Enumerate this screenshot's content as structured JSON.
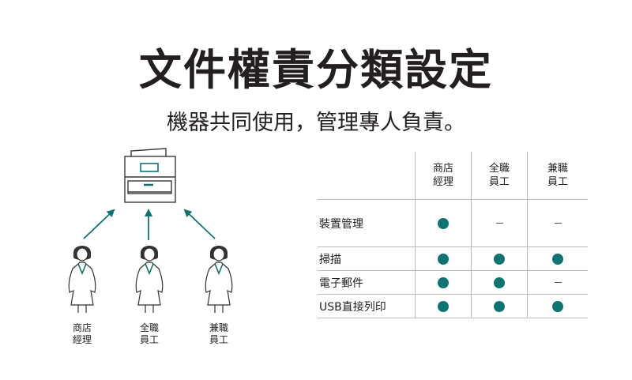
{
  "title": "文件權責分類設定",
  "subtitle": "機器共同使用，管理專人負責。",
  "colors": {
    "accent": "#0d7471",
    "text": "#231f20",
    "rule": "#bdbdbd"
  },
  "people": [
    {
      "line1": "商店",
      "line2": "經理"
    },
    {
      "line1": "全職",
      "line2": "員工"
    },
    {
      "line1": "兼職",
      "line2": "員工"
    }
  ],
  "table": {
    "columns": [
      {
        "line1": "商店",
        "line2": "經理"
      },
      {
        "line1": "全職",
        "line2": "員工"
      },
      {
        "line1": "兼職",
        "line2": "員工"
      }
    ],
    "rows": [
      {
        "label": "裝置管理",
        "values": [
          "dot",
          "dash",
          "dash"
        ]
      },
      {
        "label": "掃描",
        "values": [
          "dot",
          "dot",
          "dot"
        ]
      },
      {
        "label": "電子郵件",
        "values": [
          "dot",
          "dot",
          "dash"
        ]
      },
      {
        "label": "USB直接列印",
        "values": [
          "dot",
          "dot",
          "dot"
        ]
      }
    ]
  }
}
